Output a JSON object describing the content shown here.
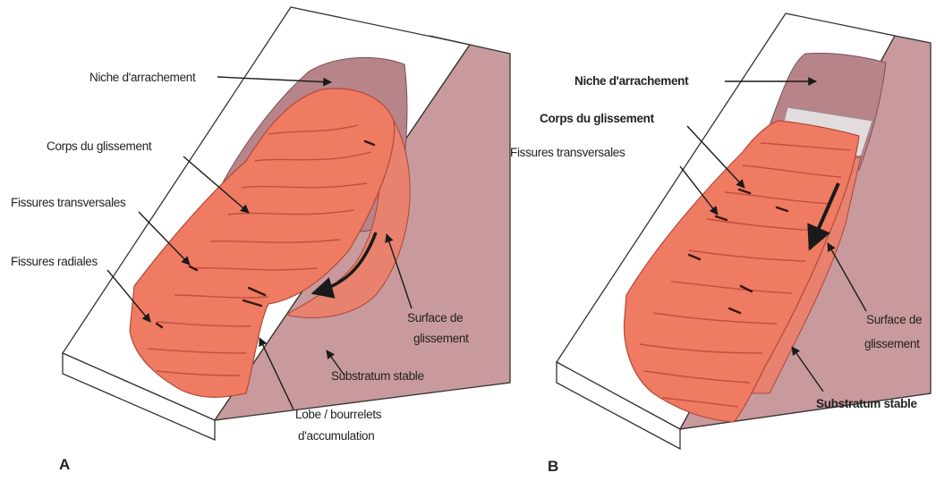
{
  "colors": {
    "slab_face": "#ffffff",
    "slab_side": "#c99a9d",
    "slab_outline": "#333333",
    "scar": "#b78489",
    "slide_body": "#ee7b62",
    "slide_crack": "#c0503e",
    "surface_band": "#e8826f",
    "exposed_surface": "#e3dcdf",
    "arrow": "#1a1a1a"
  },
  "diagram_a": {
    "panel_label": "A",
    "labels": {
      "niche": "Niche d'arrachement",
      "corps": "Corps du glissement",
      "fissures_transversales": "Fissures transversales",
      "fissures_radiales": "Fissures radiales",
      "surface_line1": "Surface de",
      "surface_line2": "glissement",
      "substratum": "Substratum stable",
      "lobe_line1": "Lobe / bourrelets",
      "lobe_line2": "d'accumulation"
    }
  },
  "diagram_b": {
    "panel_label": "B",
    "labels": {
      "niche": "Niche d'arrachement",
      "corps": "Corps du glissement",
      "fissures_transversales": "Fissures transversales",
      "surface_line1": "Surface de",
      "surface_line2": "glissement",
      "substratum": "Substratum stable"
    }
  }
}
